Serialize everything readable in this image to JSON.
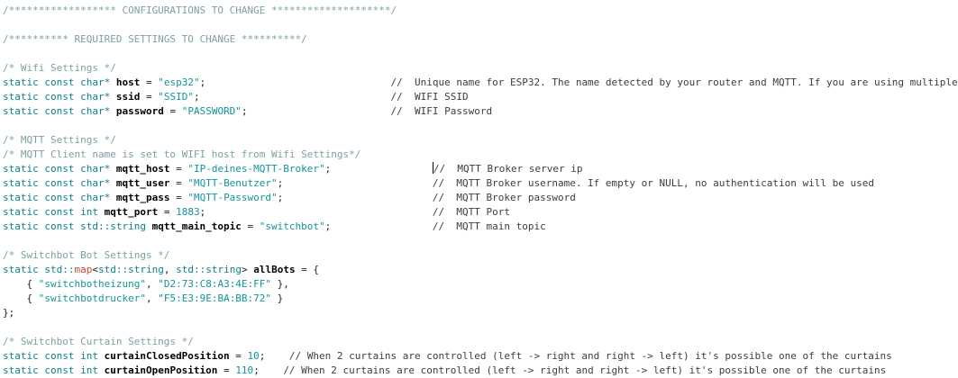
{
  "colors": {
    "background": "#ffffff",
    "comment_block": "#7e9fa3",
    "comment_inline": "#3d3d3d",
    "keyword": "#0b808d",
    "string": "#11949c",
    "number": "#11949c",
    "identifier": "#000000",
    "plain": "#222222",
    "map_type": "#cb4b2a",
    "cursor": "#000000"
  },
  "code": {
    "lines": [
      {
        "tokens": [
          {
            "c": "cm",
            "t": "/****************** CONFIGURATIONS TO CHANGE ********************/"
          }
        ]
      },
      {
        "tokens": []
      },
      {
        "tokens": [
          {
            "c": "cm",
            "t": "/********** REQUIRED SETTINGS TO CHANGE **********/"
          }
        ]
      },
      {
        "tokens": []
      },
      {
        "tokens": [
          {
            "c": "cm",
            "t": "/* Wifi Settings */"
          }
        ]
      },
      {
        "tokens": [
          {
            "c": "kw",
            "t": "static const char*"
          },
          {
            "c": "pl",
            "t": " "
          },
          {
            "c": "id",
            "t": "host"
          },
          {
            "c": "pl",
            "t": " = "
          },
          {
            "c": "st",
            "t": "\"esp32\""
          },
          {
            "c": "pl",
            "t": ";"
          }
        ],
        "pad": 31,
        "comment": "//  Unique name for ESP32. The name detected by your router and MQTT. If you are using multiple"
      },
      {
        "tokens": [
          {
            "c": "kw",
            "t": "static const char*"
          },
          {
            "c": "pl",
            "t": " "
          },
          {
            "c": "id",
            "t": "ssid"
          },
          {
            "c": "pl",
            "t": " = "
          },
          {
            "c": "st",
            "t": "\"SSID\""
          },
          {
            "c": "pl",
            "t": ";"
          }
        ],
        "pad": 32,
        "comment": "//  WIFI SSID"
      },
      {
        "tokens": [
          {
            "c": "kw",
            "t": "static const char*"
          },
          {
            "c": "pl",
            "t": " "
          },
          {
            "c": "id",
            "t": "password"
          },
          {
            "c": "pl",
            "t": " = "
          },
          {
            "c": "st",
            "t": "\"PASSWORD\""
          },
          {
            "c": "pl",
            "t": ";"
          }
        ],
        "pad": 24,
        "comment": "//  WIFI Password"
      },
      {
        "tokens": []
      },
      {
        "tokens": [
          {
            "c": "cm",
            "t": "/* MQTT Settings */"
          }
        ]
      },
      {
        "tokens": [
          {
            "c": "cm",
            "t": "/* MQTT Client name is set to WIFI host from Wifi Settings*/"
          }
        ]
      },
      {
        "tokens": [
          {
            "c": "kw",
            "t": "static const char*"
          },
          {
            "c": "pl",
            "t": " "
          },
          {
            "c": "id",
            "t": "mqtt_host"
          },
          {
            "c": "pl",
            "t": " = "
          },
          {
            "c": "st",
            "t": "\"IP-deines-MQTT-Broker\""
          },
          {
            "c": "pl",
            "t": ";"
          }
        ],
        "pad": 17,
        "cursor": true,
        "comment": "//  MQTT Broker server ip"
      },
      {
        "tokens": [
          {
            "c": "kw",
            "t": "static const char*"
          },
          {
            "c": "pl",
            "t": " "
          },
          {
            "c": "id",
            "t": "mqtt_user"
          },
          {
            "c": "pl",
            "t": " = "
          },
          {
            "c": "st",
            "t": "\"MQTT-Benutzer\""
          },
          {
            "c": "pl",
            "t": ";"
          }
        ],
        "pad": 25,
        "comment": "//  MQTT Broker username. If empty or NULL, no authentication will be used"
      },
      {
        "tokens": [
          {
            "c": "kw",
            "t": "static const char*"
          },
          {
            "c": "pl",
            "t": " "
          },
          {
            "c": "id",
            "t": "mqtt_pass"
          },
          {
            "c": "pl",
            "t": " = "
          },
          {
            "c": "st",
            "t": "\"MQTT-Password\""
          },
          {
            "c": "pl",
            "t": ";"
          }
        ],
        "pad": 25,
        "comment": "//  MQTT Broker password"
      },
      {
        "tokens": [
          {
            "c": "kw",
            "t": "static const int"
          },
          {
            "c": "pl",
            "t": " "
          },
          {
            "c": "id",
            "t": "mqtt_port"
          },
          {
            "c": "pl",
            "t": " = "
          },
          {
            "c": "nu",
            "t": "1883"
          },
          {
            "c": "pl",
            "t": ";"
          }
        ],
        "pad": 38,
        "comment": "//  MQTT Port"
      },
      {
        "tokens": [
          {
            "c": "kw",
            "t": "static const std::string"
          },
          {
            "c": "pl",
            "t": " "
          },
          {
            "c": "id",
            "t": "mqtt_main_topic"
          },
          {
            "c": "pl",
            "t": " = "
          },
          {
            "c": "st",
            "t": "\"switchbot\""
          },
          {
            "c": "pl",
            "t": ";"
          }
        ],
        "pad": 17,
        "comment": "//  MQTT main topic"
      },
      {
        "tokens": []
      },
      {
        "tokens": [
          {
            "c": "cm",
            "t": "/* Switchbot Bot Settings */"
          }
        ]
      },
      {
        "tokens": [
          {
            "c": "kw",
            "t": "static std::"
          },
          {
            "c": "mp",
            "t": "map"
          },
          {
            "c": "pl",
            "t": "<"
          },
          {
            "c": "kw",
            "t": "std::string"
          },
          {
            "c": "pl",
            "t": ", "
          },
          {
            "c": "kw",
            "t": "std::string"
          },
          {
            "c": "pl",
            "t": "> "
          },
          {
            "c": "id",
            "t": "allBots"
          },
          {
            "c": "pl",
            "t": " = {"
          }
        ]
      },
      {
        "tokens": [
          {
            "c": "pl",
            "t": "    { "
          },
          {
            "c": "st",
            "t": "\"switchbotheizung\""
          },
          {
            "c": "pl",
            "t": ", "
          },
          {
            "c": "st",
            "t": "\"D2:73:C8:A3:4E:FF\""
          },
          {
            "c": "pl",
            "t": " },"
          }
        ]
      },
      {
        "tokens": [
          {
            "c": "pl",
            "t": "    { "
          },
          {
            "c": "st",
            "t": "\"switchbotdrucker\""
          },
          {
            "c": "pl",
            "t": ", "
          },
          {
            "c": "st",
            "t": "\"F5:E3:9E:BA:BB:72\""
          },
          {
            "c": "pl",
            "t": " }"
          }
        ]
      },
      {
        "tokens": [
          {
            "c": "pl",
            "t": "};"
          }
        ]
      },
      {
        "tokens": []
      },
      {
        "tokens": [
          {
            "c": "cm",
            "t": "/* Switchbot Curtain Settings */"
          }
        ]
      },
      {
        "tokens": [
          {
            "c": "kw",
            "t": "static const int"
          },
          {
            "c": "pl",
            "t": " "
          },
          {
            "c": "id",
            "t": "curtainClosedPosition"
          },
          {
            "c": "pl",
            "t": " = "
          },
          {
            "c": "nu",
            "t": "10"
          },
          {
            "c": "pl",
            "t": ";"
          }
        ],
        "pad": 4,
        "comment": "// When 2 curtains are controlled (left -> right and right -> left) it's possible one of the curtains"
      },
      {
        "tokens": [
          {
            "c": "kw",
            "t": "static const int"
          },
          {
            "c": "pl",
            "t": " "
          },
          {
            "c": "id",
            "t": "curtainOpenPosition"
          },
          {
            "c": "pl",
            "t": " = "
          },
          {
            "c": "nu",
            "t": "110"
          },
          {
            "c": "pl",
            "t": ";"
          }
        ],
        "pad": 4,
        "comment": "// When 2 curtains are controlled (left -> right and right -> left) it's possible one of the curtains"
      }
    ]
  }
}
